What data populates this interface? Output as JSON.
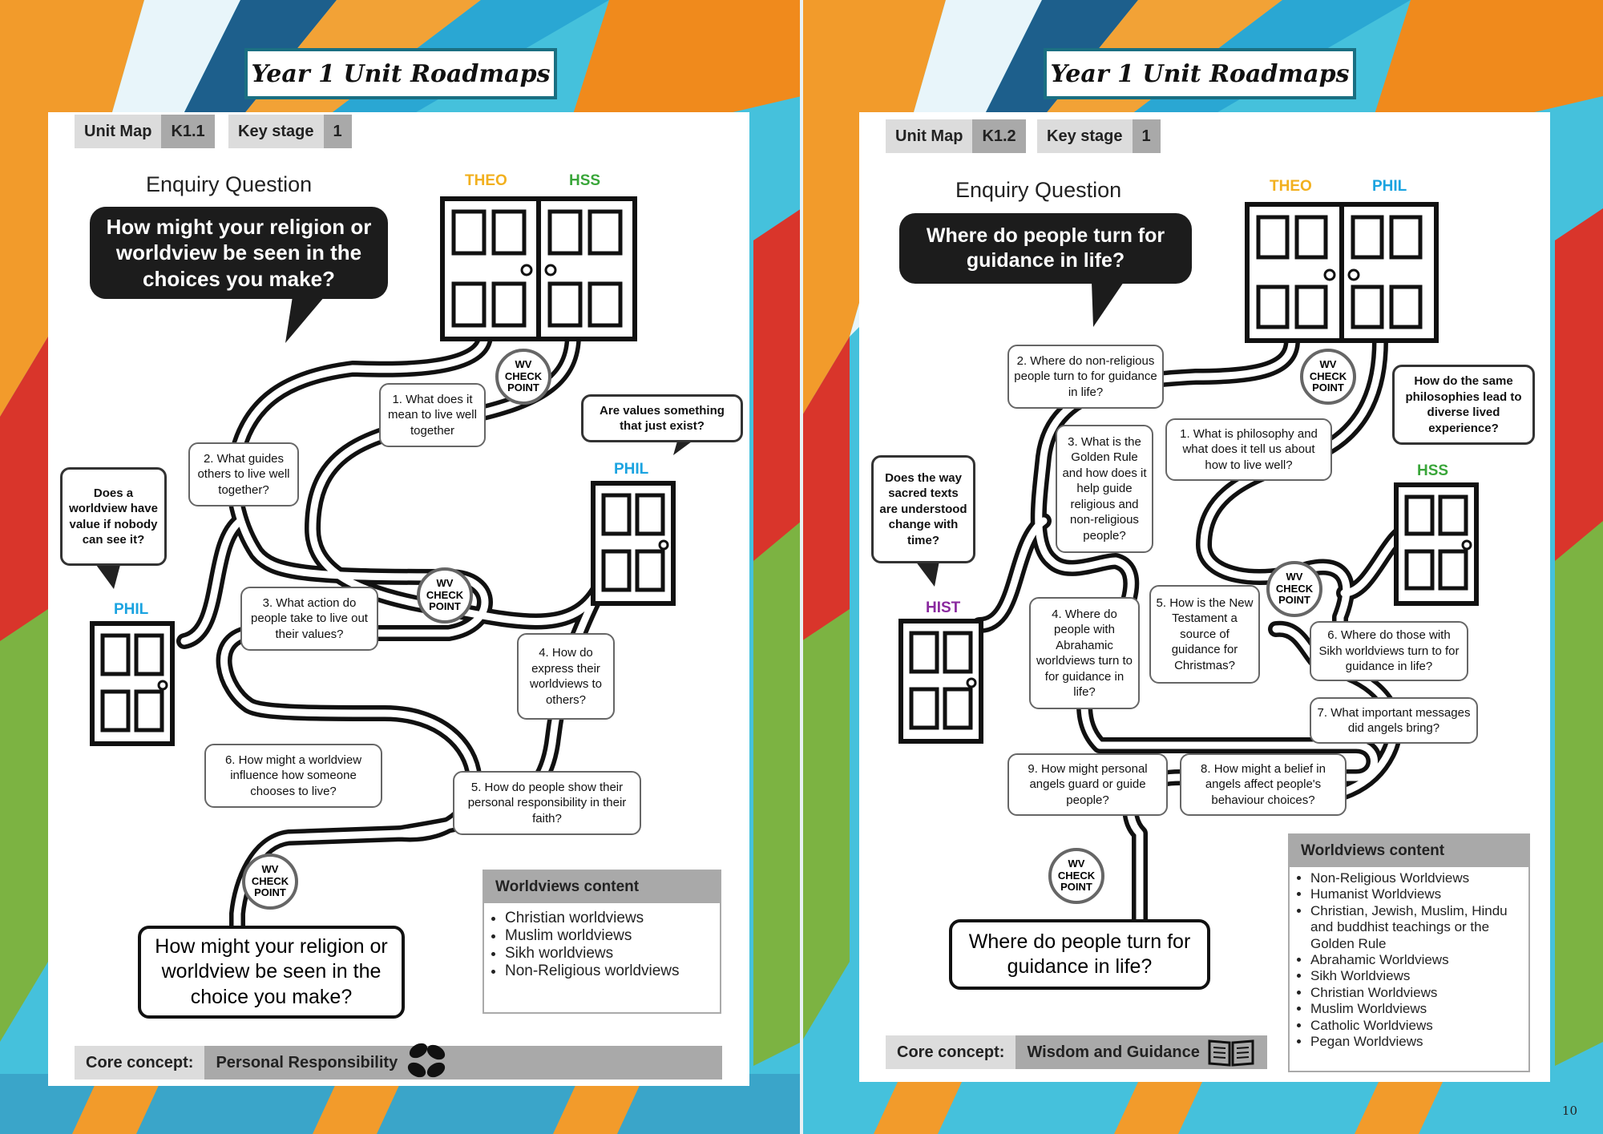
{
  "page_number": "10",
  "colors": {
    "theo": "#f2b01e",
    "hss": "#3aa63a",
    "phil": "#1aa3e0",
    "hist": "#8a2a9f"
  },
  "left": {
    "title": "Year 1 Unit Roadmaps",
    "unit_map_label": "Unit Map",
    "unit_map_value": "K1.1",
    "key_stage_label": "Key stage",
    "key_stage_value": "1",
    "enquiry_label": "Enquiry Question",
    "enquiry_question": "How might your religion or worldview be seen in the choices you make?",
    "tags": {
      "theo": "THEO",
      "hss": "HSS",
      "phil_right": "PHIL",
      "phil_left": "PHIL"
    },
    "checkpoint": "WV CHECK POINT",
    "bubble_right": "Are values something that just exist?",
    "bubble_left": "Does a worldview have value if nobody can see it?",
    "steps": [
      "1. What does it mean to live well together",
      "2. What guides others to live well together?",
      "3. What action do people take to live out their values?",
      "4. How do express their worldviews to others?",
      "5. How do people show their personal responsibility in their faith?",
      "6. How might a worldview influence how someone chooses to live?"
    ],
    "final_question": "How might your religion or worldview be seen in the choice you make?",
    "worldviews_title": "Worldviews content",
    "worldviews": [
      "Christian worldviews",
      "Muslim worldviews",
      "Sikh worldviews",
      "Non-Religious worldviews"
    ],
    "core_label": "Core concept:",
    "core_value": "Personal Responsibility",
    "core_icon": "hands-icon"
  },
  "right": {
    "title": "Year 1 Unit Roadmaps",
    "unit_map_label": "Unit Map",
    "unit_map_value": "K1.2",
    "key_stage_label": "Key stage",
    "key_stage_value": "1",
    "enquiry_label": "Enquiry Question",
    "enquiry_question": "Where do people turn for guidance in life?",
    "tags": {
      "theo": "THEO",
      "phil": "PHIL",
      "hss": "HSS",
      "hist": "HIST"
    },
    "checkpoint": "WV CHECK POINT",
    "bubble_right": "How do the same philosophies lead to diverse lived experience?",
    "bubble_left": "Does the way sacred texts are understood change with time?",
    "steps": [
      "1. What is philosophy and what does it tell us about how to live well?",
      "2. Where do non-religious people turn to for guidance in life?",
      "3. What is the Golden Rule and how does it help guide religious and non-religious people?",
      "4. Where do people with Abrahamic worldviews turn to for guidance in life?",
      "5. How is the New Testament a source of guidance for Christmas?",
      "6. Where do those with Sikh worldviews turn to for guidance in life?",
      "7. What important messages did angels bring?",
      "8. How might a belief in angels affect people's behaviour choices?",
      "9. How might personal angels guard or guide people?"
    ],
    "final_question": "Where do people turn for guidance in life?",
    "worldviews_title": "Worldviews content",
    "worldviews": [
      "Non-Religious Worldviews",
      "Humanist Worldviews",
      "Christian, Jewish, Muslim, Hindu and buddhist teachings or the Golden Rule",
      "Abrahamic Worldviews",
      "Sikh Worldviews",
      "Christian Worldviews",
      "Muslim Worldviews",
      "Catholic Worldviews",
      "Pegan Worldviews"
    ],
    "core_label": "Core concept:",
    "core_value": "Wisdom and Guidance",
    "core_icon": "book-icon"
  }
}
